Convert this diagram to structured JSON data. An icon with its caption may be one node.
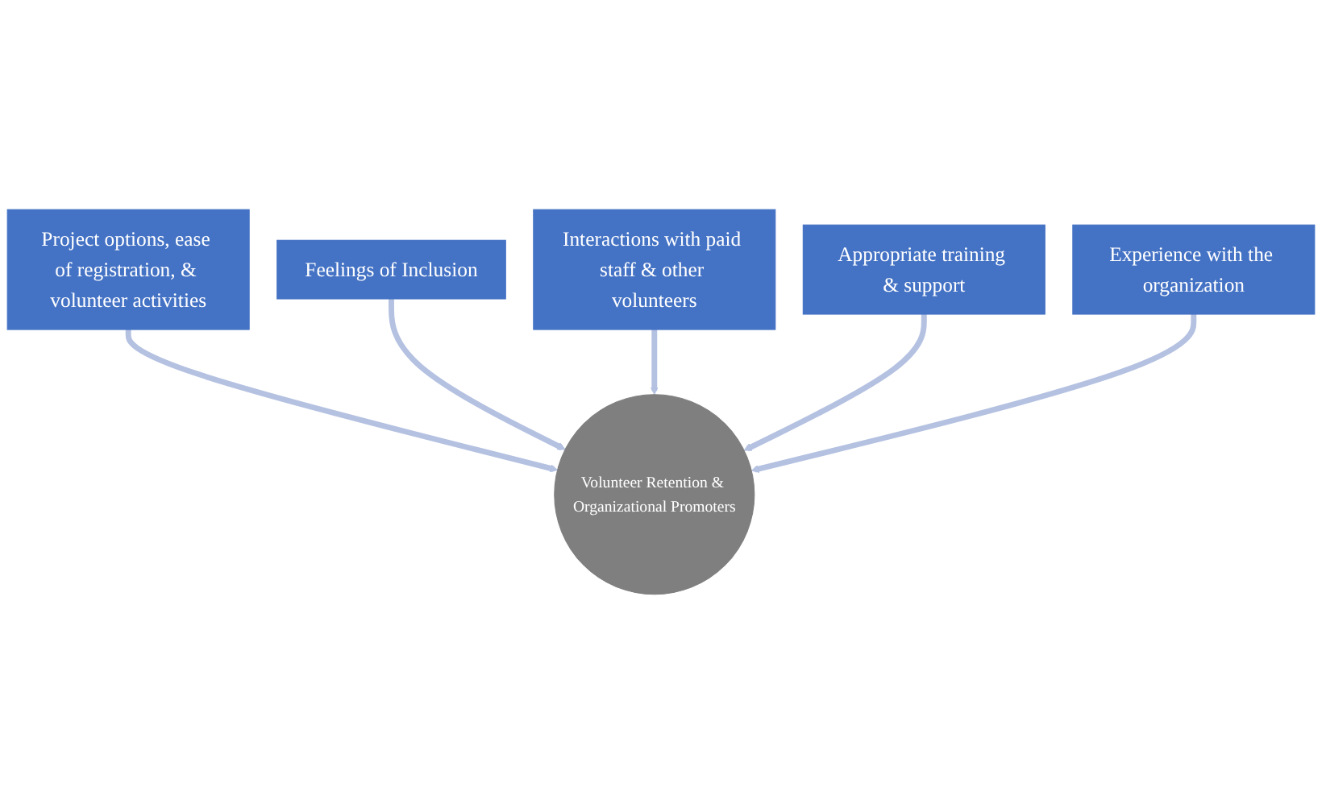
{
  "diagram": {
    "nodes": [
      {
        "text": [
          "Project options, ease of registration, & volunteer activities"
        ]
      },
      {
        "text": [
          "Feelings of Inclusion"
        ]
      },
      {
        "text": [
          "Interactions with paid staff & other volunteers"
        ]
      },
      {
        "text": [
          "Appropriate training & support"
        ]
      },
      {
        "text": [
          "Experience with the organization"
        ]
      },
      {
        "text": [
          "Volunteer Retention & Organizational Promoters"
        ]
      }
    ],
    "edges": [
      {
        "from": 0,
        "to": 5,
        "arrow": "to"
      },
      {
        "from": 1,
        "to": 5,
        "arrow": "to"
      },
      {
        "from": 2,
        "to": 5,
        "arrow": "to"
      },
      {
        "from": 3,
        "to": 5,
        "arrow": "to"
      },
      {
        "from": 4,
        "to": 5,
        "arrow": "to"
      }
    ]
  }
}
